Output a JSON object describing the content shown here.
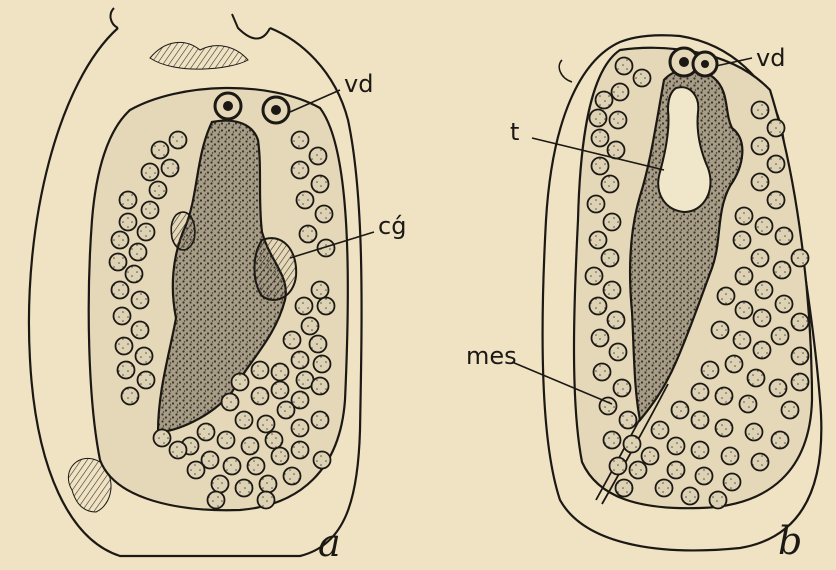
{
  "figure": {
    "panels": [
      {
        "id": "a",
        "panel_label": "a",
        "labels": {
          "vd": "vd",
          "cg": "cǵ"
        }
      },
      {
        "id": "b",
        "panel_label": "b",
        "labels": {
          "vd": "vd",
          "t": "t",
          "mes": "mes"
        }
      }
    ],
    "colors": {
      "paper": "#efe3c4",
      "ink": "#1c1814",
      "cell_fill": "#cfc5a8",
      "organ_fill": "#8e8470"
    }
  }
}
